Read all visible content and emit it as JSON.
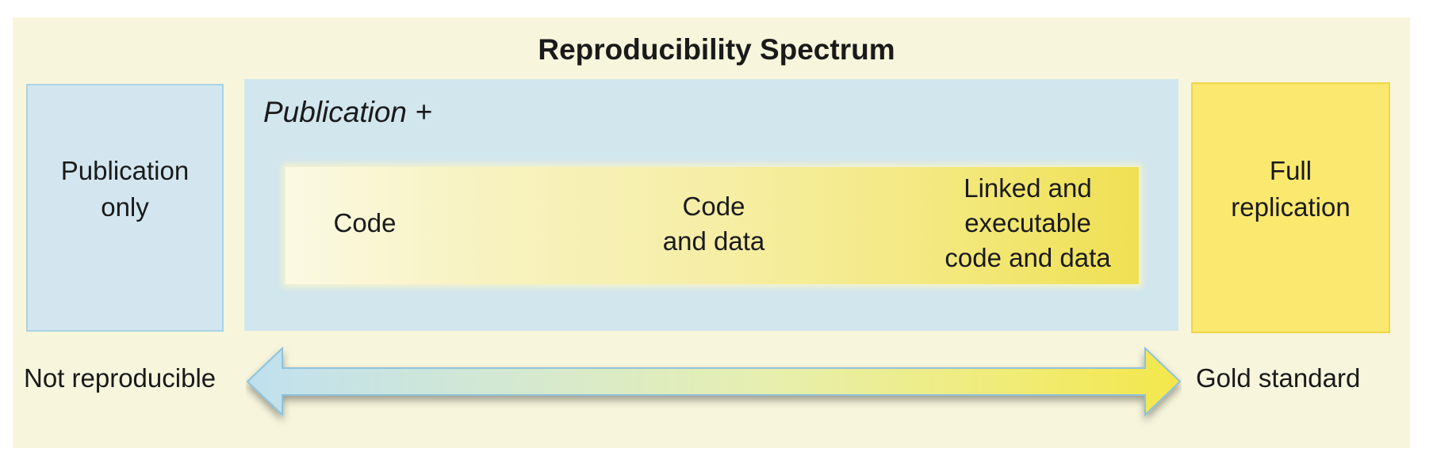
{
  "title": "Reproducibility Spectrum",
  "left_box": {
    "label": "Publication\nonly"
  },
  "middle_box": {
    "header": "Publication +",
    "levels": [
      {
        "label": "Code"
      },
      {
        "label": "Code\nand data"
      },
      {
        "label": "Linked and\nexecutable\ncode and data"
      }
    ]
  },
  "right_box": {
    "label": "Full\nreplication"
  },
  "axis": {
    "left_label": "Not reproducible",
    "right_label": "Gold standard"
  },
  "colors": {
    "panel": "#f7f5dc",
    "blue": "#d3e6ef",
    "blue_border": "#a9d2e4",
    "yellow": "#fae86f",
    "yellow_border": "#f0d54a"
  }
}
